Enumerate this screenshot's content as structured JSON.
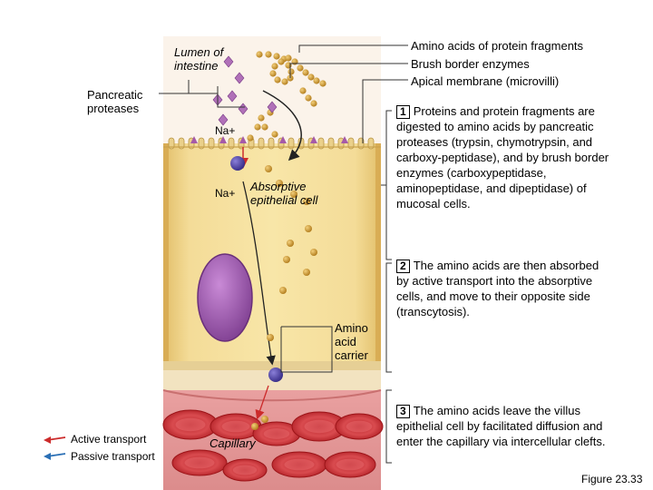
{
  "labels": {
    "lumen": "Lumen of intestine",
    "pancreatic": "Pancreatic proteases",
    "na1": "Na+",
    "na2": "Na+",
    "absorptive": "Absorptive epithelial cell",
    "carrier": "Amino acid carrier",
    "capillary": "Capillary",
    "amino_fragments": "Amino acids of protein fragments",
    "brush": "Brush border enzymes",
    "apical": "Apical membrane (microvilli)"
  },
  "steps": [
    {
      "num": "1",
      "text": "Proteins and protein fragments are digested to amino acids by pancreatic proteases (trypsin, chymotrypsin, and carboxy-peptidase), and by brush border enzymes (carboxypeptidase, aminopeptidase, and dipeptidase) of mucosal cells."
    },
    {
      "num": "2",
      "text": "The amino acids are then absorbed by active transport into the absorptive cells, and move to their opposite side (transcytosis)."
    },
    {
      "num": "3",
      "text": "The amino acids leave the villus epithelial cell by facilitated diffusion and enter the capillary via intercellular clefts."
    }
  ],
  "legend": {
    "active": "Active transport",
    "passive": "Passive transport",
    "active_color": "#cc2b2b",
    "passive_color": "#2a6fb5"
  },
  "figure_label": "Figure 23.33"
}
